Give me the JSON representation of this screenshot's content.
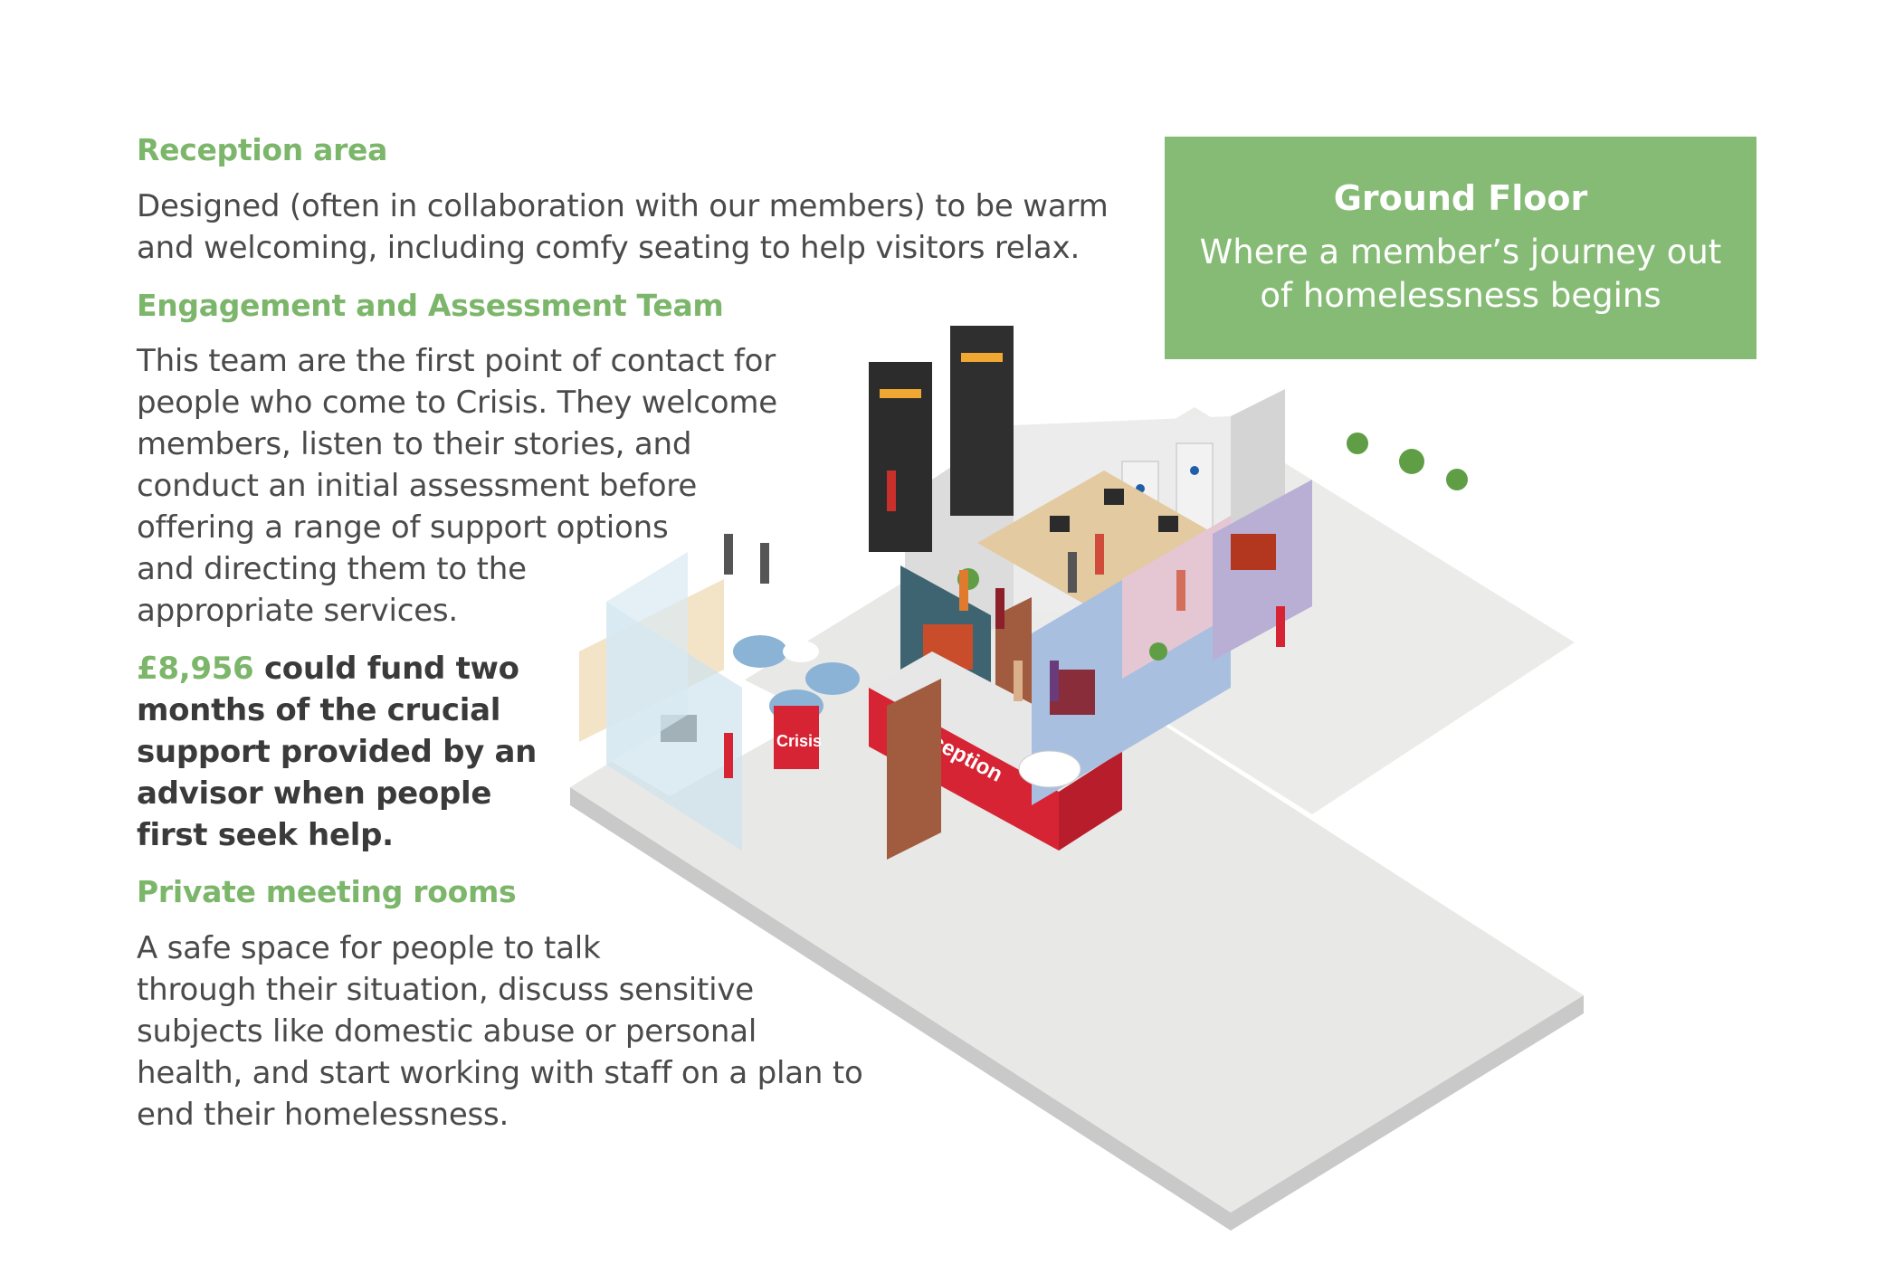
{
  "banner": {
    "title": "Ground Floor",
    "subtitle_lines": [
      "Where a member’s journey out",
      "of homelessness begins"
    ]
  },
  "sections": {
    "reception": {
      "heading": "Reception area",
      "lines": [
        "Designed (often in collaboration with our members) to be warm",
        "and welcoming, including comfy seating to help visitors relax."
      ]
    },
    "engagement": {
      "heading": "Engagement and Assessment Team",
      "lines": [
        "This team are the first point of contact for",
        "people who come to Crisis. They welcome",
        "members, listen to their stories, and",
        "conduct an initial assessment before",
        "offering a range of support options",
        "and directing them to the",
        "appropriate services."
      ]
    },
    "funding": {
      "amount": "£8,956",
      "line1_rest": " could fund two",
      "lines": [
        "months of the crucial",
        "support provided by an",
        "advisor when people",
        "first seek help."
      ]
    },
    "meeting_rooms": {
      "heading": "Private meeting rooms",
      "lines": [
        "A safe space for people to talk",
        "through their situation, discuss sensitive",
        "subjects like domestic abuse or personal",
        "health, and start working with staff on a plan to",
        "end their homelessness."
      ]
    }
  },
  "illustration": {
    "reception_sign": "Reception",
    "brand_sign": "Crisis"
  },
  "colors": {
    "accent_green": "#7cb66a",
    "banner_green": "#85bb74",
    "reception_red": "#d62434",
    "body_text": "#4a4a4a"
  }
}
